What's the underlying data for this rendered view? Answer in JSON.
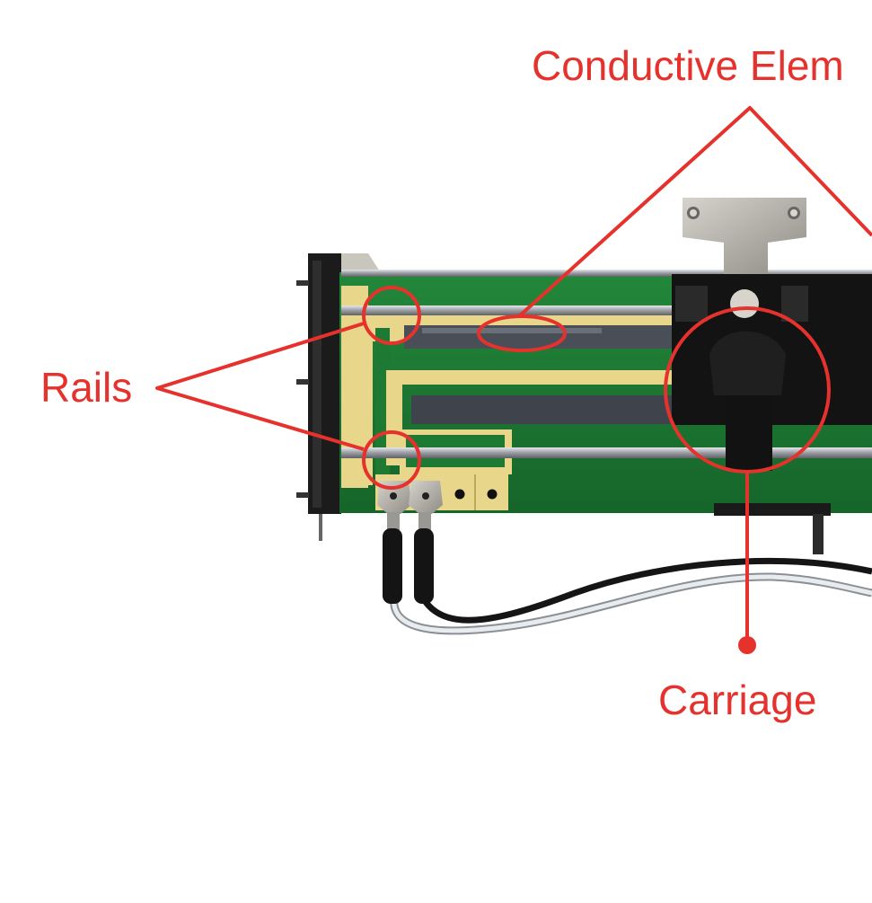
{
  "labels": {
    "conductive": "Conductive Elem",
    "rails": "Rails",
    "carriage": "Carriage"
  },
  "colors": {
    "annotation": "#e5322d",
    "pcb_green": "#1e7a33",
    "pcb_gold": "#e8d68a",
    "carriage_black": "#111111",
    "rail_steel": "#b9bcc0",
    "bracket_metal": "#b8b4aa"
  },
  "icons": {
    "target_marker": "circle-outline-icon",
    "carriage_dot": "dot-icon"
  }
}
